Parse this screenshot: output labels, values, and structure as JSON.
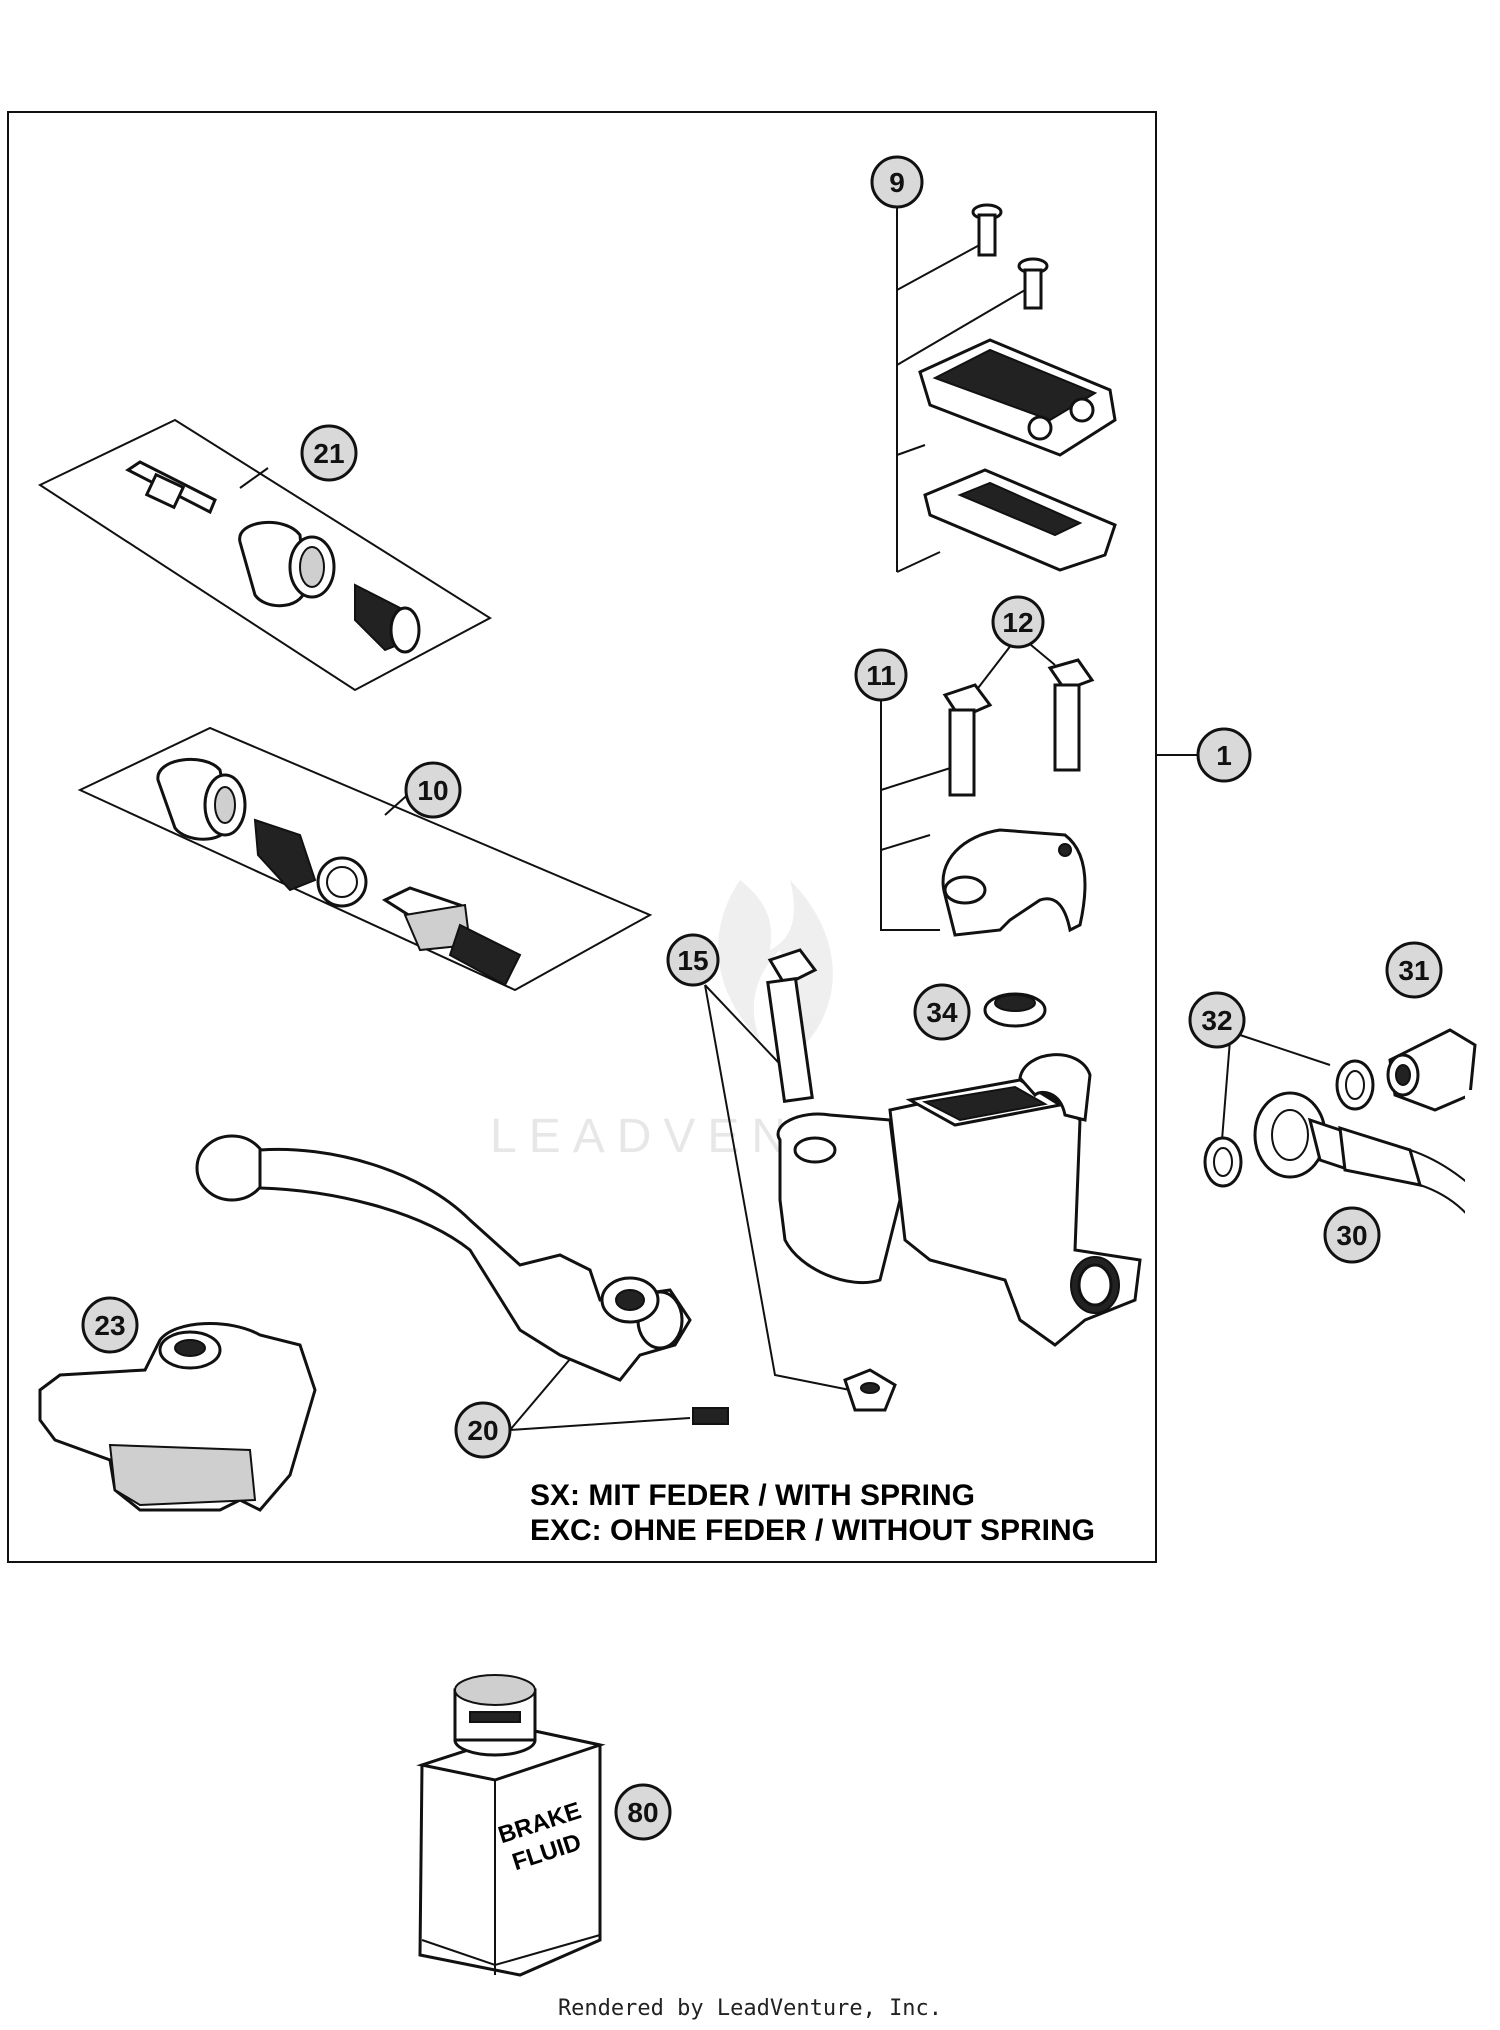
{
  "callouts": {
    "c1": "1",
    "c9": "9",
    "c10": "10",
    "c11": "11",
    "c12": "12",
    "c15": "15",
    "c20": "20",
    "c21": "21",
    "c23": "23",
    "c30": "30",
    "c31": "31",
    "c32": "32",
    "c34": "34",
    "c80": "80"
  },
  "notes": {
    "line1": "SX: MIT FEDER / WITH SPRING",
    "line2": "EXC: OHNE FEDER / WITHOUT SPRING"
  },
  "bottle_label": {
    "line1": "BRAKE",
    "line2": "FLUID"
  },
  "watermark": "LEADVENTURE",
  "footer": "Rendered by LeadVenture, Inc."
}
